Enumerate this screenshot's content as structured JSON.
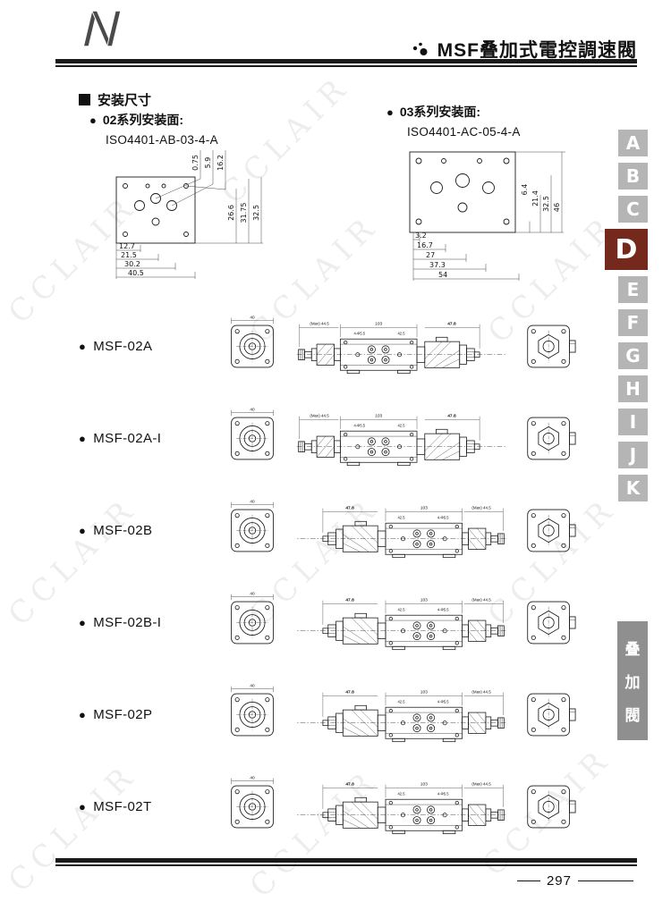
{
  "page": {
    "watermark": "CCLAIR",
    "page_number": "297"
  },
  "header": {
    "title": "MSF叠加式電控調速閥"
  },
  "install": {
    "section_title": "安装尺寸",
    "s02": {
      "label": "02系列安装面:",
      "code": "ISO4401-AB-03-4-A",
      "top_dims": [
        "0.75",
        "5.9",
        "16.2"
      ],
      "right_dims": [
        "26.6",
        "31.75",
        "32.5"
      ],
      "bottom_dims": [
        "12.7",
        "21.5",
        "30.2",
        "40.5"
      ]
    },
    "s03": {
      "label": "03系列安装面:",
      "code": "ISO4401-AC-05-4-A",
      "right_dims": [
        "6.4",
        "21.4",
        "32.5",
        "46"
      ],
      "bottom_dims": [
        "3.2",
        "16.7",
        "27",
        "37.3",
        "54"
      ]
    }
  },
  "drawing_dims": {
    "overall": "(Max) 44.5",
    "body_len": "103",
    "stack_len": "47.8",
    "height": "42.5",
    "holes": "4-Φ5.5",
    "end_width": "40"
  },
  "products": [
    {
      "label": "MSF-02A",
      "flip": false
    },
    {
      "label": "MSF-02A-I",
      "flip": false
    },
    {
      "label": "MSF-02B",
      "flip": true
    },
    {
      "label": "MSF-02B-I",
      "flip": true
    },
    {
      "label": "MSF-02P",
      "flip": true
    },
    {
      "label": "MSF-02T",
      "flip": true
    }
  ],
  "sidebar": {
    "tabs": [
      "A",
      "B",
      "C",
      "D",
      "E",
      "F",
      "G",
      "H",
      "I",
      "J",
      "K"
    ],
    "active_tab": "D",
    "category": [
      "叠",
      "加",
      "閥"
    ]
  }
}
